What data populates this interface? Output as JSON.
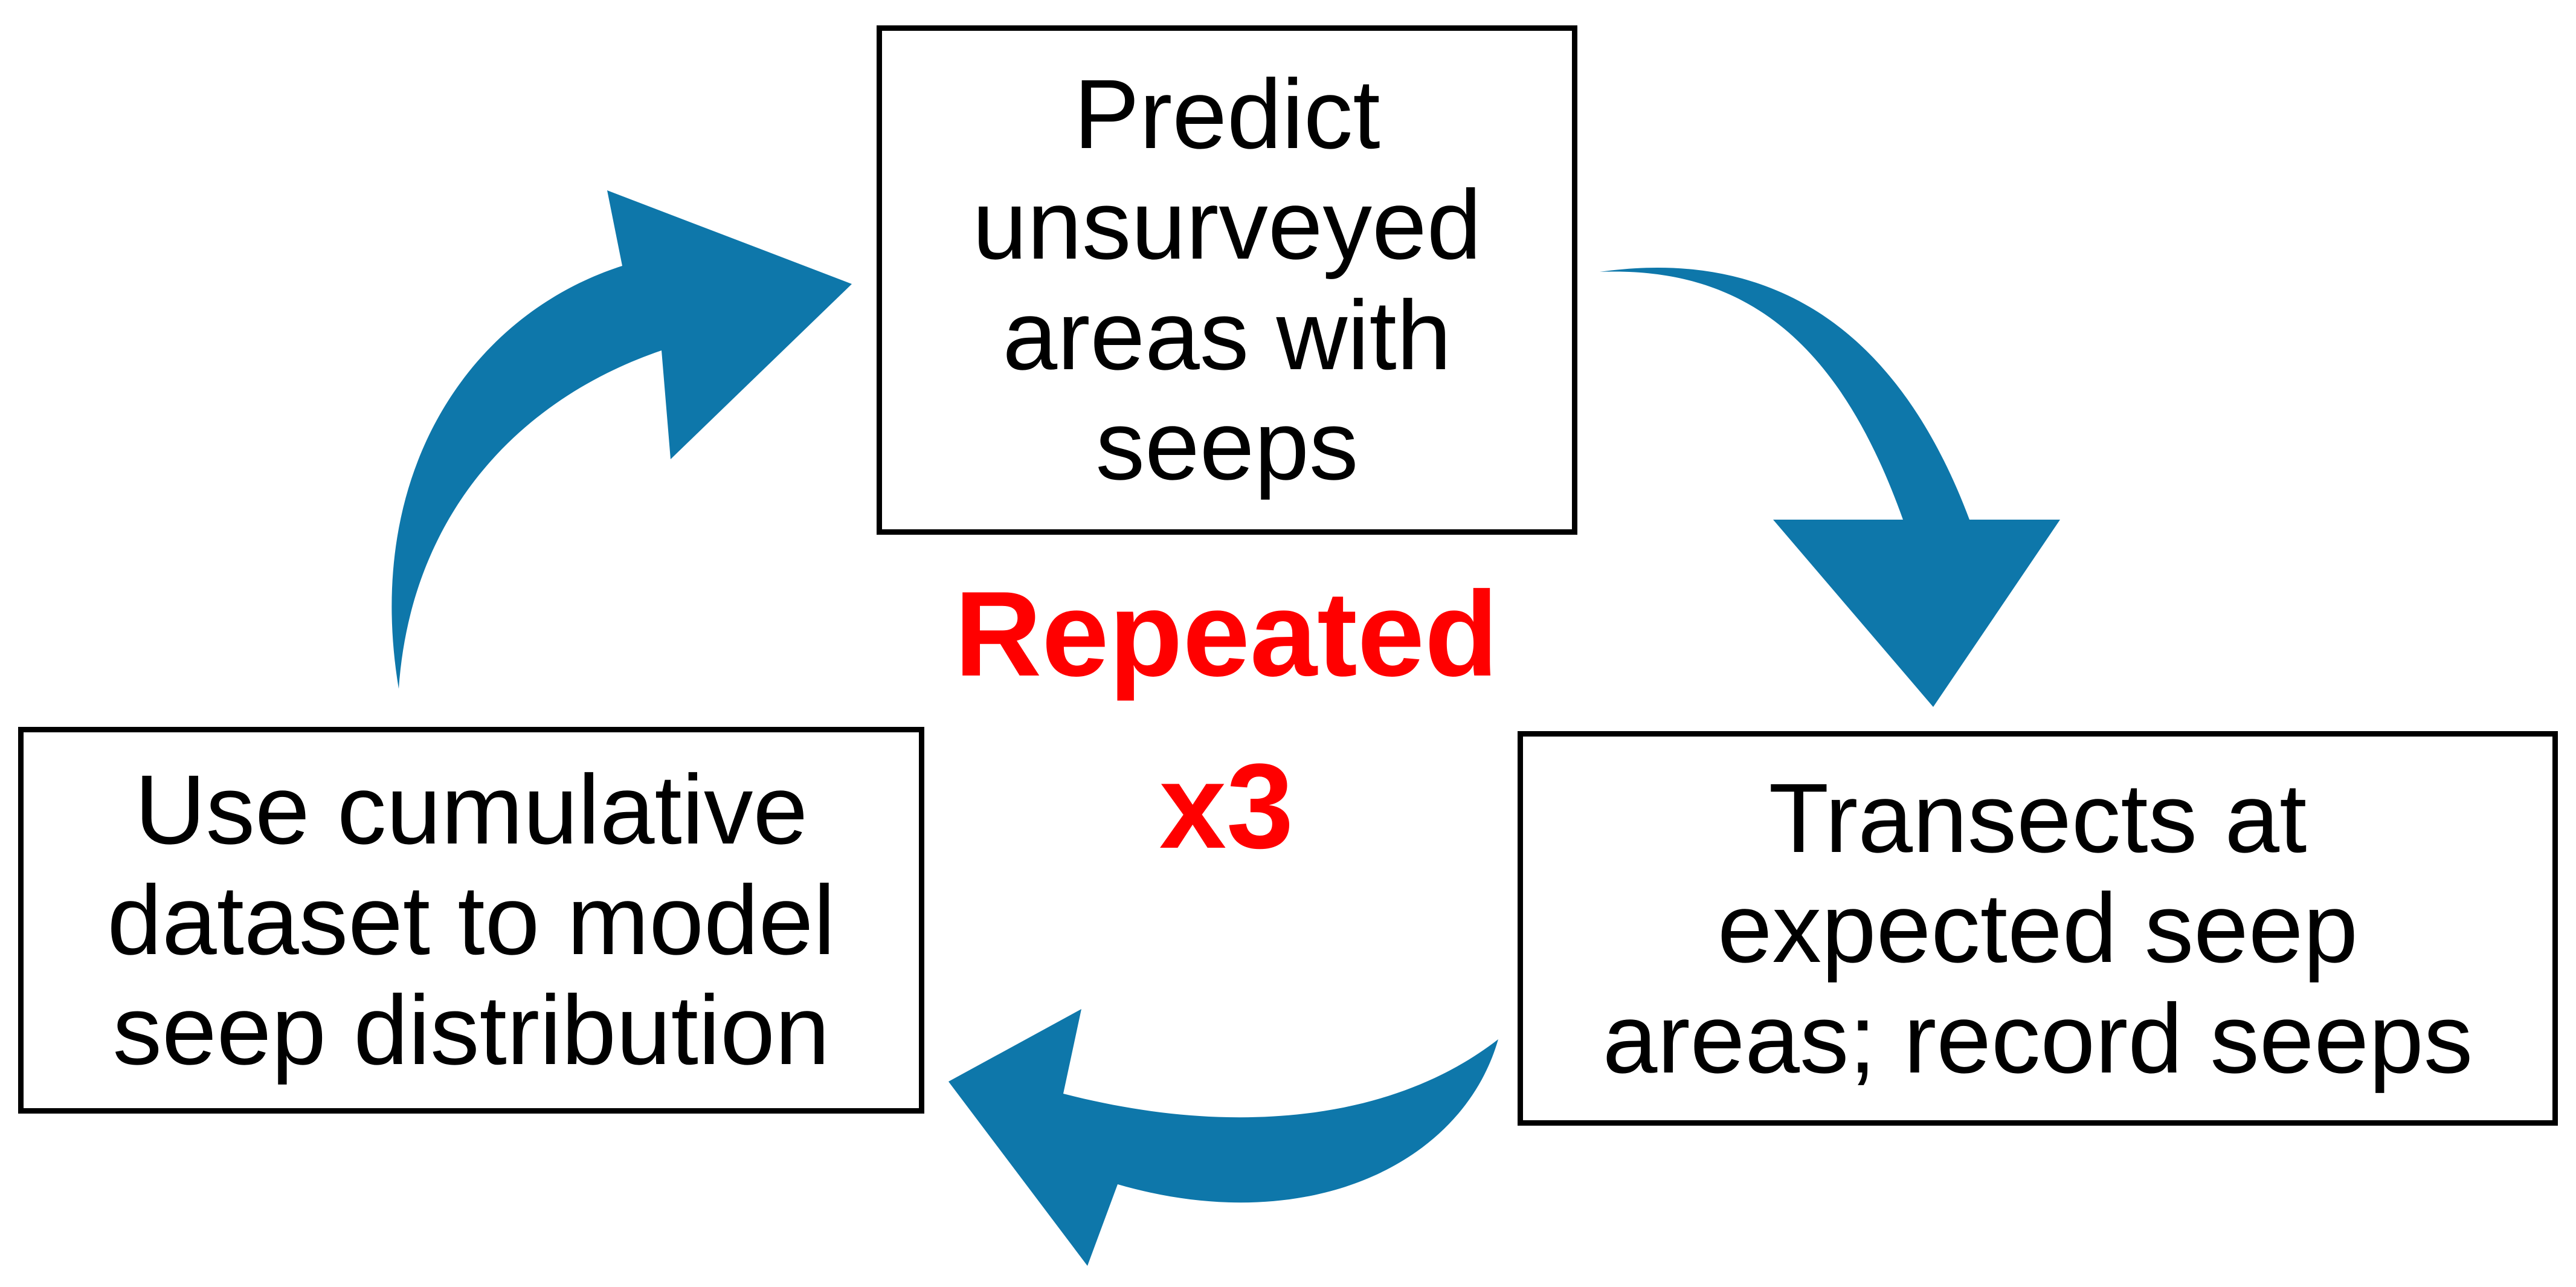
{
  "colors": {
    "arrow": "#0e77aa",
    "box_border": "#000000",
    "text": "#000000",
    "repeat_text": "#ff0000",
    "background": "#ffffff"
  },
  "steps": {
    "predict": {
      "lines": [
        "Predict",
        "unsurveyed",
        "areas with",
        "seeps"
      ]
    },
    "transects": {
      "lines": [
        "Transects at",
        "expected seep",
        "areas; record seeps"
      ]
    },
    "model": {
      "lines": [
        "Use cumulative",
        "dataset to model",
        "seep distribution"
      ]
    }
  },
  "center": {
    "label": "Repeated",
    "count": "x3"
  },
  "arrows": [
    {
      "name": "arrow-predict-to-transects",
      "icon": "curved-arrow-icon"
    },
    {
      "name": "arrow-transects-to-model",
      "icon": "curved-arrow-icon"
    },
    {
      "name": "arrow-model-to-predict",
      "icon": "curved-arrow-icon"
    }
  ]
}
